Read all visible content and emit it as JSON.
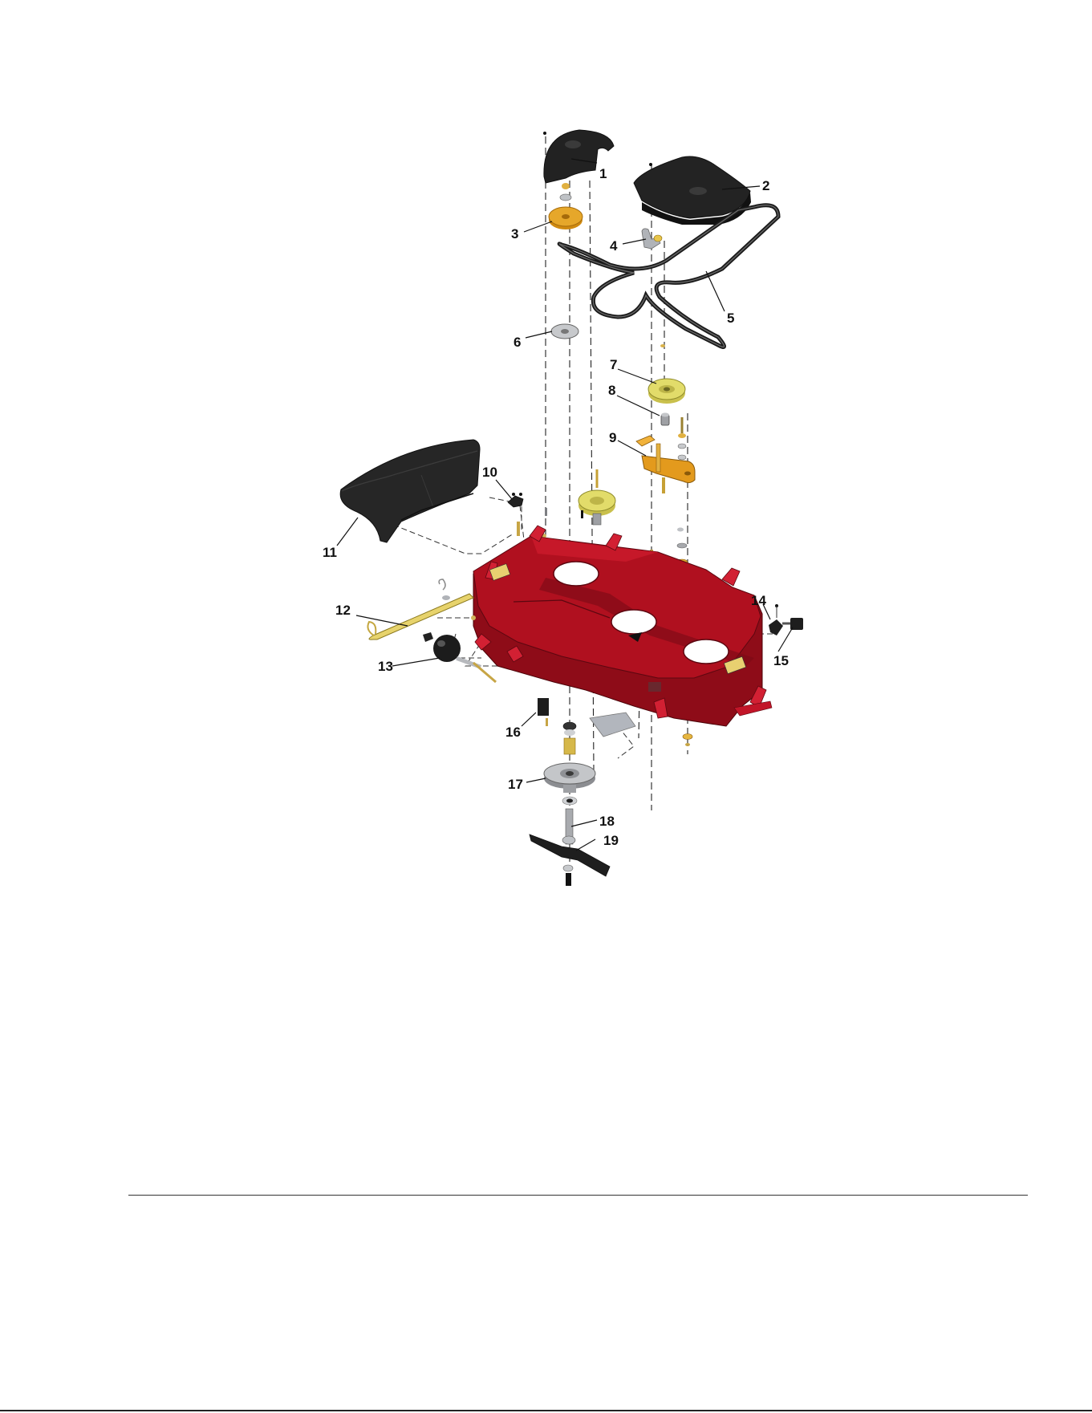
{
  "diagram": {
    "callouts": [
      {
        "id": "1",
        "label": "1"
      },
      {
        "id": "2",
        "label": "2"
      },
      {
        "id": "3",
        "label": "3"
      },
      {
        "id": "4",
        "label": "4"
      },
      {
        "id": "5",
        "label": "5"
      },
      {
        "id": "6",
        "label": "6"
      },
      {
        "id": "7",
        "label": "7"
      },
      {
        "id": "8",
        "label": "8"
      },
      {
        "id": "9",
        "label": "9"
      },
      {
        "id": "10",
        "label": "10"
      },
      {
        "id": "11",
        "label": "11"
      },
      {
        "id": "12",
        "label": "12"
      },
      {
        "id": "13",
        "label": "13"
      },
      {
        "id": "14",
        "label": "14"
      },
      {
        "id": "15",
        "label": "15"
      },
      {
        "id": "16",
        "label": "16"
      },
      {
        "id": "17",
        "label": "17"
      },
      {
        "id": "18",
        "label": "18"
      },
      {
        "id": "19",
        "label": "19"
      }
    ],
    "colors": {
      "deck": "#b0101f",
      "deck_dark": "#7a0a15",
      "deck_light": "#d22033",
      "cover": "#222222",
      "pulley_gold": "#e6a72a",
      "pulley_yellow": "#e2dc6a",
      "bracket": "#e39a1d",
      "hardware_gray": "#a7a9ad",
      "belt": "#1a1a1a"
    }
  }
}
